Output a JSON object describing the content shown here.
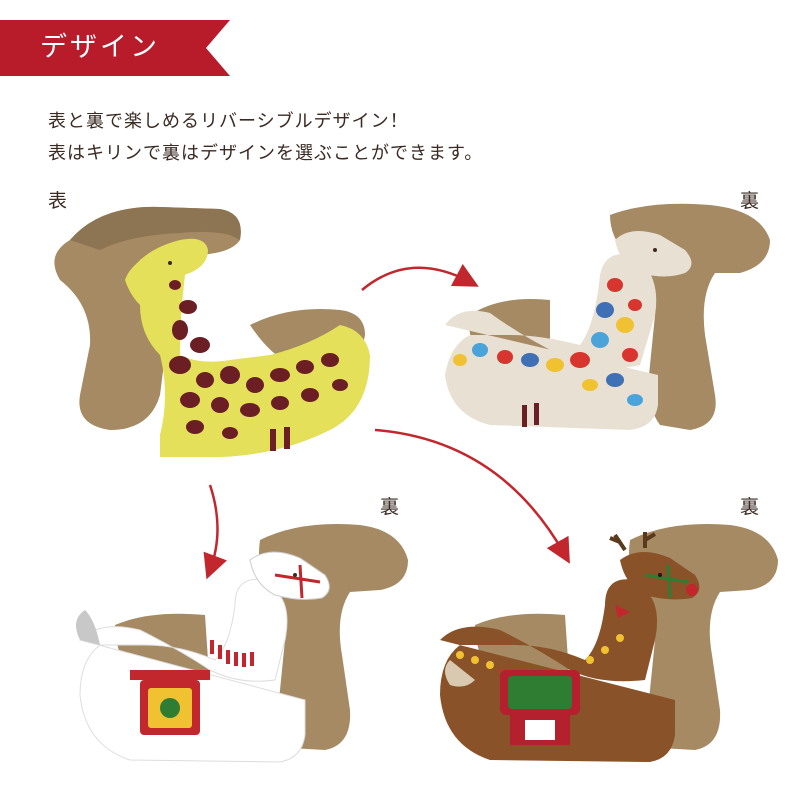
{
  "banner": {
    "title": "デザイン",
    "color": "#b81c2b"
  },
  "description": {
    "line1": "表と裏で楽しめるリバーシブルデザイン！",
    "line2": "表はキリンで裏はデザインを選ぶことができます。"
  },
  "labels": {
    "front": "表",
    "back_top_right": "裏",
    "back_bottom_left": "裏",
    "back_bottom_right": "裏"
  },
  "colors": {
    "cardboard": "#a58a63",
    "cardboard_dark": "#7d6748",
    "arrow": "#c1272d",
    "giraffe_yellow": "#e4e05a",
    "giraffe_spot": "#6b1f24",
    "colorful_base": "#e8e0d3",
    "white_horse": "#ffffff",
    "reindeer_brown": "#8a5228"
  },
  "icons": [
    "arrow-curve-icon"
  ]
}
